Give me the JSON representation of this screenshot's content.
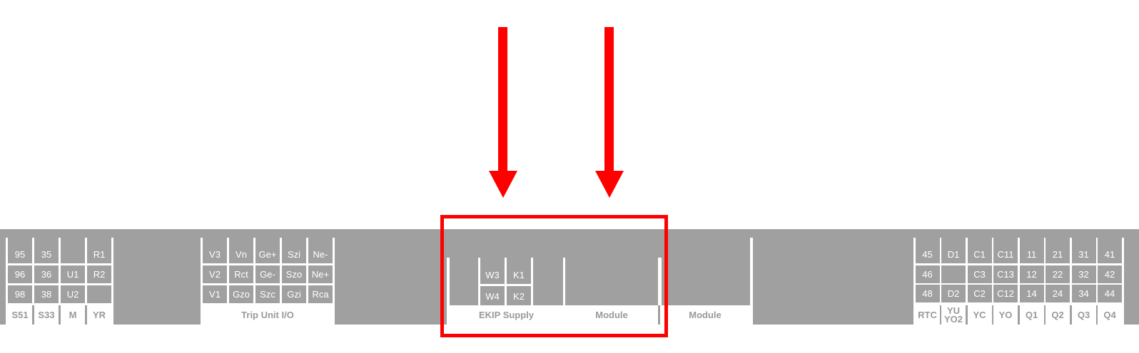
{
  "colors": {
    "panel": "#a0a0a0",
    "highlight": "#ff0000",
    "label_text": "#9a9a9a"
  },
  "groups": [
    {
      "id": "aux-contacts",
      "rows": [
        [
          "95",
          "35",
          "",
          "R1"
        ],
        [
          "96",
          "36",
          "U1",
          "R2"
        ],
        [
          "98",
          "38",
          "U2",
          ""
        ]
      ],
      "labels": [
        "S51",
        "S33",
        "M",
        "YR"
      ]
    },
    {
      "id": "trip-unit-io",
      "rows": [
        [
          "V3",
          "Vn",
          "Ge+",
          "Szi",
          "Ne-"
        ],
        [
          "V2",
          "Rct",
          "Ge-",
          "Szo",
          "Ne+"
        ],
        [
          "V1",
          "Gzo",
          "Szc",
          "Gzi",
          "Rca"
        ]
      ],
      "labels": [
        "Trip Unit I/O"
      ]
    },
    {
      "id": "ekip-supply",
      "rows": [
        [
          "W3",
          "K1"
        ],
        [
          "W4",
          "K2"
        ]
      ],
      "labels": [
        "EKIP Supply"
      ]
    },
    {
      "id": "module-1",
      "labels": [
        "Module"
      ]
    },
    {
      "id": "module-2",
      "labels": [
        "Module"
      ]
    },
    {
      "id": "right-contacts",
      "rows": [
        [
          "45",
          "D1",
          "C1",
          "C11",
          "11",
          "21",
          "31",
          "41"
        ],
        [
          "46",
          "",
          "C3",
          "C13",
          "12",
          "22",
          "32",
          "42"
        ],
        [
          "48",
          "D2",
          "C2",
          "C12",
          "14",
          "24",
          "34",
          "44"
        ]
      ],
      "labels": [
        "RTC",
        "YU\nYO2",
        "YC",
        "YO",
        "Q1",
        "Q2",
        "Q3",
        "Q4"
      ]
    }
  ],
  "annotations": {
    "arrows": 2,
    "highlight_box": "EKIP Supply / Module"
  }
}
